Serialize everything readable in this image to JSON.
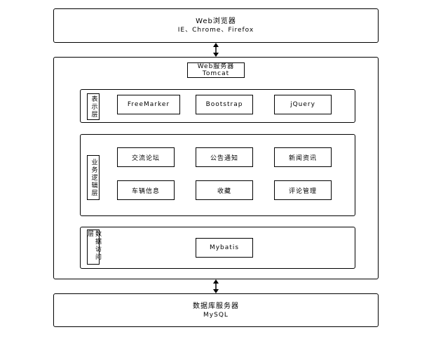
{
  "browser": {
    "title": "Web浏览器",
    "subtitle": "IE、Chrome、Firefox"
  },
  "server": {
    "title": "Web服务器",
    "subtitle": "Tomcat",
    "presentation_layer": {
      "label": "表示层",
      "components": [
        "FreeMarker",
        "Bootstrap",
        "jQuery"
      ]
    },
    "business_layer": {
      "label": "业务逻辑层",
      "components": [
        "交流论坛",
        "公告通知",
        "新闻资讯",
        "车辆信息",
        "收藏",
        "评论管理"
      ]
    },
    "data_layer": {
      "label": "数据访问层",
      "components": [
        "Mybatis"
      ]
    }
  },
  "database": {
    "title": "数据库服务器",
    "subtitle": "MySQL"
  }
}
